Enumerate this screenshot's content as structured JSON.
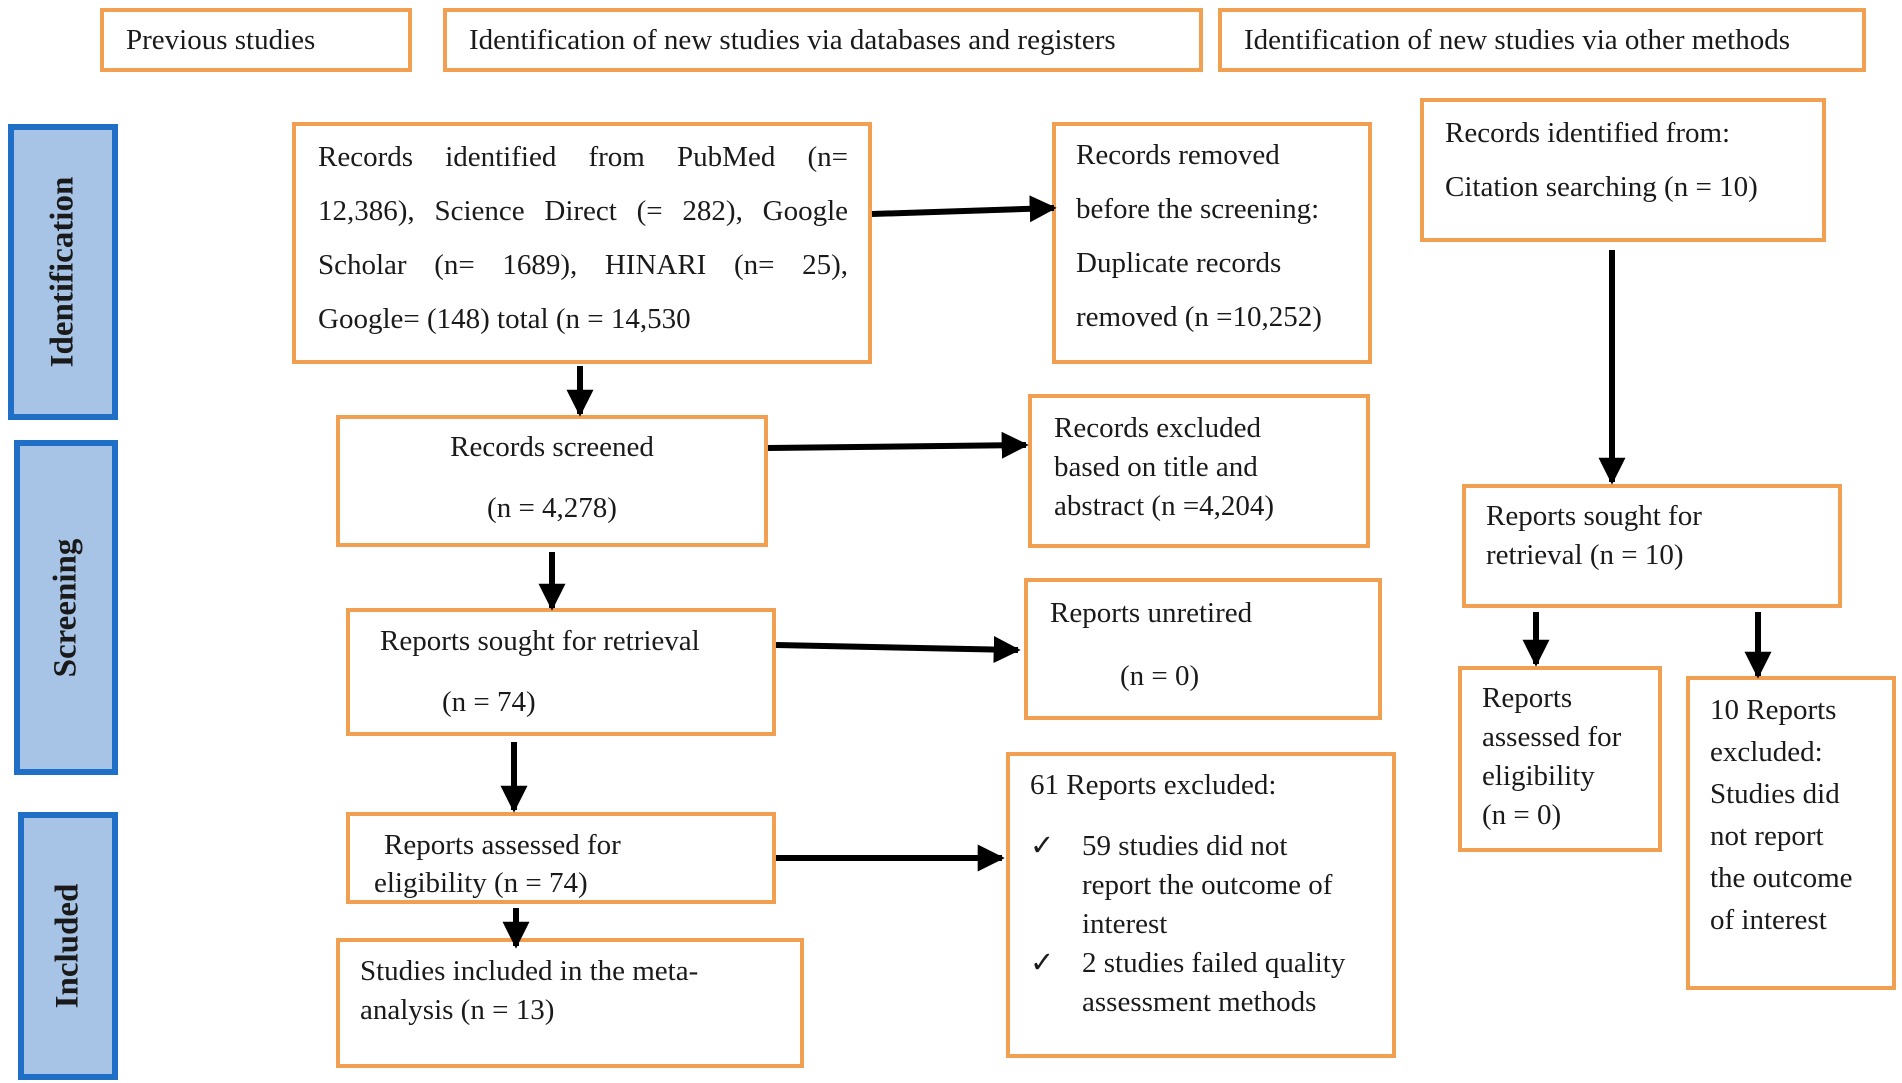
{
  "headers": {
    "previous": "Previous studies",
    "databases": "Identification of new studies via databases and registers",
    "other": "Identification of new studies via other methods"
  },
  "phases": {
    "identification": "Identification",
    "screening": "Screening",
    "included": "Included"
  },
  "db": {
    "identified": [
      "Records identified from PubMed (n=",
      "12,386), Science Direct (= 282), Google",
      "Scholar (n= 1689), HINARI (n= 25),",
      "Google= (148) total (n = 14,530"
    ],
    "removed": [
      "Records removed",
      "before the screening:",
      "Duplicate records",
      "removed (n =10,252)"
    ],
    "screened": {
      "label": "Records screened",
      "n": "(n = 4,278)"
    },
    "excluded_title": [
      "Records excluded",
      "based on title and",
      "abstract (n =4,204)"
    ],
    "sought": {
      "label": "Reports sought for retrieval",
      "n": "(n = 74)"
    },
    "unretired": {
      "label": "Reports unretired",
      "n": "(n = 0)"
    },
    "assessed": {
      "label": "Reports assessed for",
      "n": "eligibility (n = 74)"
    },
    "excluded_reports": {
      "title": "61 Reports excluded:",
      "check_mark": "✓",
      "items": [
        [
          "59 studies did not",
          "report the outcome of",
          "interest"
        ],
        [
          "2 studies failed quality",
          "assessment methods"
        ]
      ]
    },
    "included": [
      "Studies included in the meta-",
      "analysis (n = 13)"
    ]
  },
  "other": {
    "identified": [
      "Records identified from:",
      "Citation searching (n = 10)"
    ],
    "sought": [
      "Reports sought for",
      "retrieval (n = 10)"
    ],
    "assessed": [
      "Reports",
      "assessed for",
      "eligibility",
      "(n = 0)"
    ],
    "excluded": [
      "10 Reports",
      "excluded:",
      "Studies did",
      "not report",
      "the outcome",
      "of interest"
    ]
  }
}
